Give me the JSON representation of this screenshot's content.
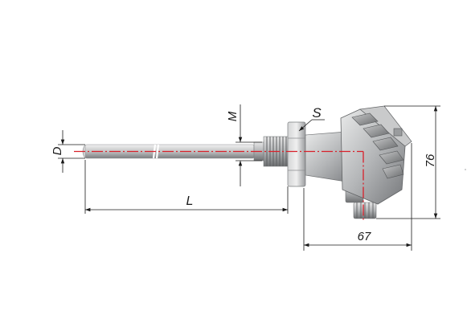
{
  "labels": {
    "D": "D",
    "L": "L",
    "M": "M",
    "S": "S",
    "height": "76",
    "width": "67"
  },
  "colors": {
    "axis": "#d8202a",
    "dim": "#1a1a1a",
    "metal_light": "#d9dadb",
    "metal_mid": "#a9abad",
    "metal_dark": "#6f7173"
  }
}
